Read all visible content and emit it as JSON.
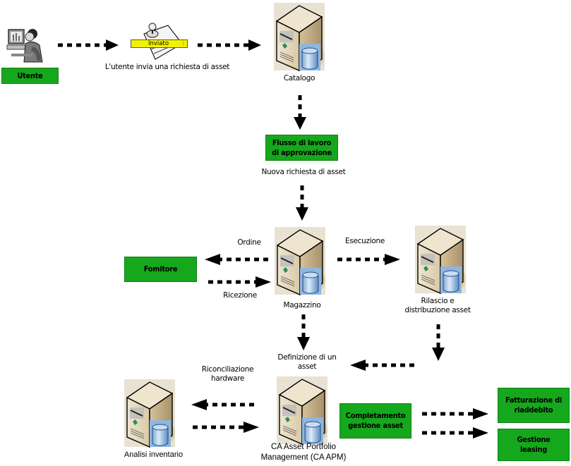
{
  "diagram": {
    "nodes": {
      "user": {
        "label": "Utente"
      },
      "submitted_tag": {
        "label": "Inviato"
      },
      "request_caption": {
        "label": "L'utente invia una richiesta di asset"
      },
      "catalog": {
        "label": "Catalogo"
      },
      "approval_workflow": {
        "label": "Flusso di lavoro\ndi approvazione"
      },
      "new_request_caption": {
        "label": "Nuova richiesta di asset"
      },
      "supplier": {
        "label": "Fomitore"
      },
      "warehouse": {
        "label": "Magazzino"
      },
      "release": {
        "label_line1": "Rilascio e",
        "label_line2": "distribuzione asset"
      },
      "asset_definition": {
        "label_line1": "Definizione di un",
        "label_line2": "asset"
      },
      "inventory": {
        "label": "Analisi inventario"
      },
      "apm": {
        "label_line1": "CA Asset Portfolio",
        "label_line2": "Management (CA APM)"
      },
      "complete_mgmt": {
        "label_line1": "Completamento",
        "label_line2": "gestione asset"
      },
      "chargeback": {
        "label_line1": "Fatturazione di",
        "label_line2": "riaddebito"
      },
      "leasing": {
        "label_line1": "Gestione",
        "label_line2": "leasing"
      }
    },
    "edge_labels": {
      "order": "Ordine",
      "receipt": "Ricezione",
      "execution": "Esecuzione",
      "hw_reconciliation_line1": "Riconciliazione",
      "hw_reconciliation_line2": "hardware"
    },
    "colors": {
      "box_green": "#16a81c",
      "tag_yellow": "#f2f200",
      "arrow": "#000000"
    }
  }
}
